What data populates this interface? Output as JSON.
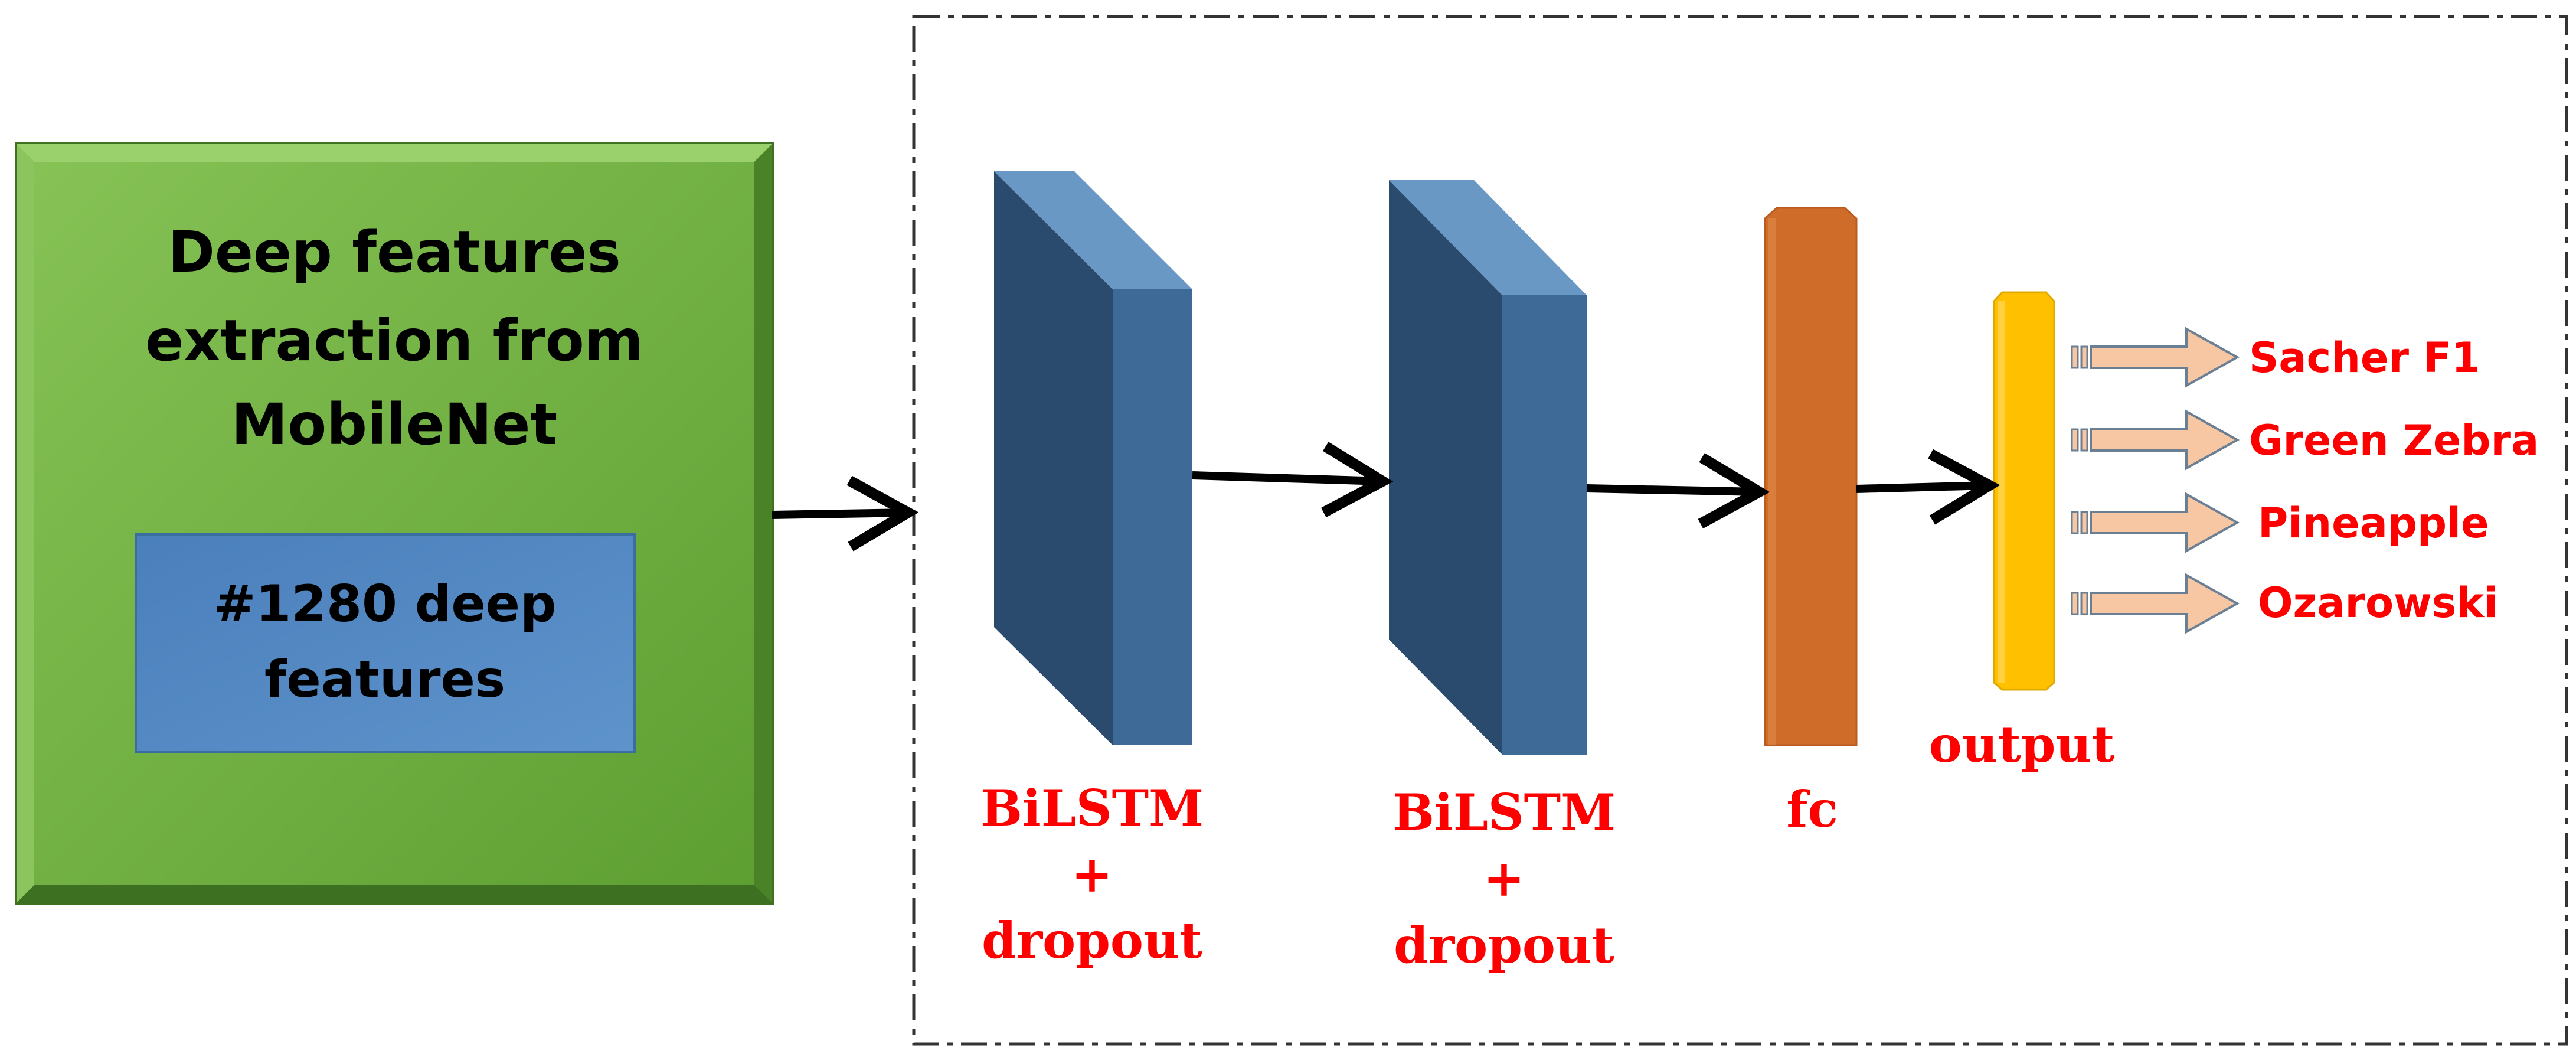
{
  "colors": {
    "green_outer": "#5E9F32",
    "green_inner": "#79B54A",
    "blue_box": "#4F86C0",
    "layer_front": "#3D6A96",
    "layer_side": "#2A4B6D",
    "layer_top": "#6A98C4",
    "fc": "#D06C2A",
    "output": "#FFC000",
    "label_red": "#FF0000",
    "arrow_fill": "#F7C7A4"
  },
  "feature_block": {
    "title_lines": [
      "Deep features",
      "extraction from",
      "MobileNet"
    ],
    "inner_lines": [
      "#1280 deep",
      "features"
    ]
  },
  "layers": [
    {
      "label_lines": [
        "BiLSTM",
        "+",
        "dropout"
      ]
    },
    {
      "label_lines": [
        "BiLSTM",
        "+",
        "dropout"
      ]
    },
    {
      "label_lines": [
        "fc"
      ]
    },
    {
      "label_lines": [
        "output"
      ]
    }
  ],
  "classes": [
    "Sacher F1",
    "Green Zebra",
    "Pineapple",
    "Ozarowski"
  ]
}
